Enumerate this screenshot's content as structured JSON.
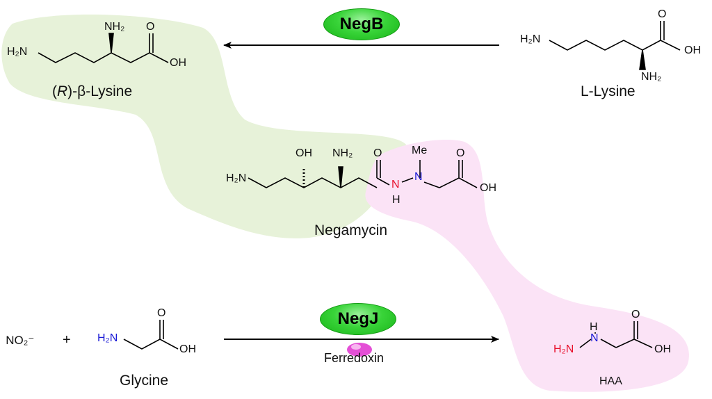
{
  "enzymes": {
    "top": "NegB",
    "bottom": "NegJ"
  },
  "cofactor": "Ferredoxin",
  "plus_sign": "+",
  "compounds": {
    "beta_lysine": {
      "name_prefix": "(",
      "name_italic": "R",
      "name_suffix": ")-β-Lysine"
    },
    "l_lysine": {
      "name": "L-Lysine"
    },
    "negamycin": {
      "name": "Negamycin"
    },
    "glycine": {
      "name": "Glycine"
    },
    "haa": {
      "name": "HAA"
    }
  },
  "atom_labels": {
    "NH2": "NH₂",
    "H2N": "H₂N",
    "OH": "OH",
    "O": "O",
    "N": "N",
    "H": "H",
    "Me": "Me",
    "NO2": "NO₂⁻"
  },
  "colors": {
    "green_region": "#e7f2d9",
    "pink_region": "#fbe3f6",
    "enzyme_fill": "#2ec92e",
    "nitrogen_red": "#e8112d",
    "nitrogen_blue": "#1a1ad6",
    "ferredoxin": "#e44fd6"
  }
}
